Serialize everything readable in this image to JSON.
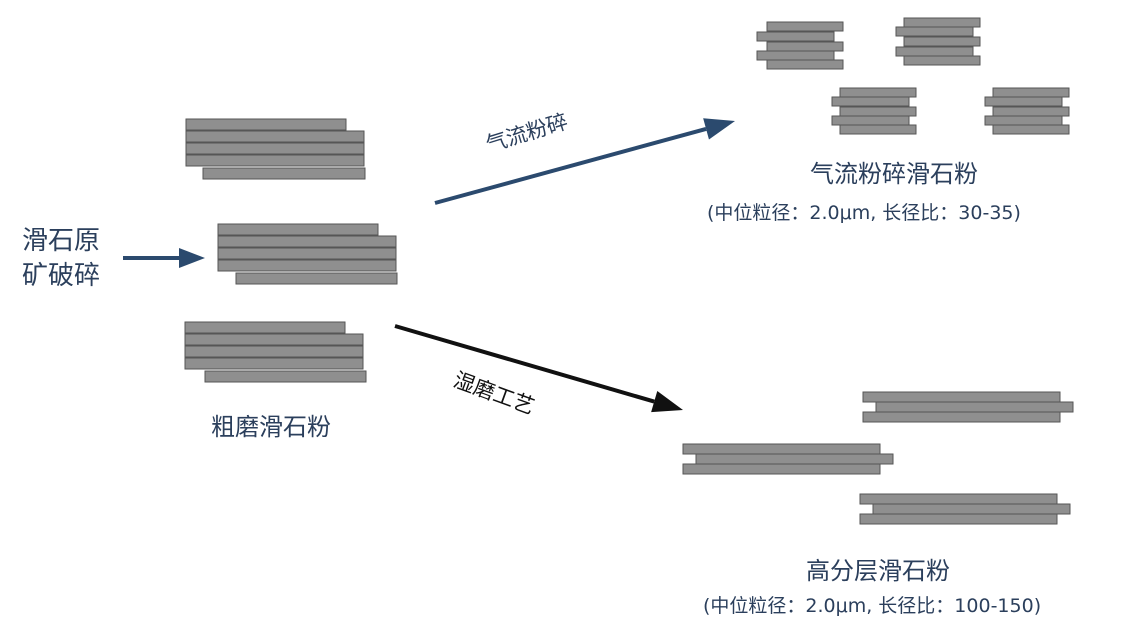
{
  "labels": {
    "raw_ore": [
      "滑石原",
      "矿破碎"
    ],
    "coarse_powder": "粗磨滑石粉",
    "jet_milled_powder": "气流粉碎滑石粉",
    "jet_milled_spec": "(中位粒径：2.0μm, 长径比：30-35)",
    "high_lamellar_powder": "高分层滑石粉",
    "high_lamellar_spec": "(中位粒径：2.0μm, 长径比：100-150)",
    "process_jet": "气流粉碎",
    "process_wet": "湿磨工艺"
  },
  "colors": {
    "plate_fill": "#8f8f8f",
    "plate_stroke": "#565656",
    "arrow_blue": "#2b4a6e",
    "arrow_black": "#111111",
    "text": "#2b3f5c"
  }
}
